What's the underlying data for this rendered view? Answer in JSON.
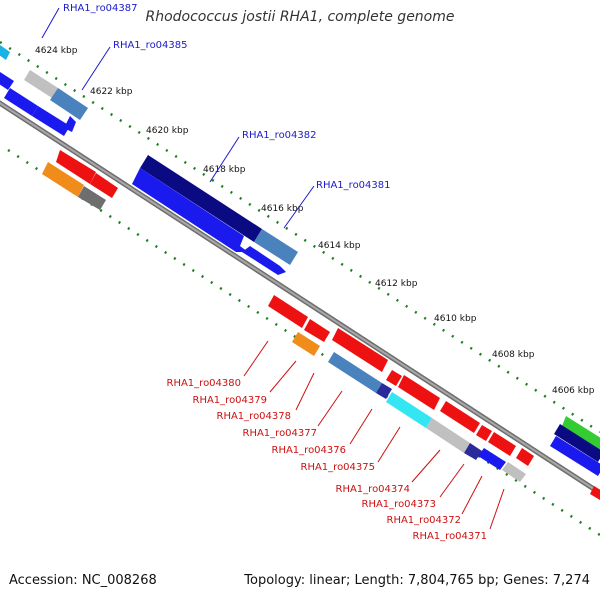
{
  "title": "Rhodococcus jostii RHA1, complete genome",
  "footer": {
    "accession": "Accession: NC_008268",
    "summary": "Topology: linear; Length: 7,804,765 bp; Genes: 7,274"
  },
  "colors": {
    "top_label": "#1a1acc",
    "bottom_label": "#cc1111",
    "tick": "#1f7f1f",
    "backbone": "#808080"
  },
  "scale_labels": [
    "4624 kbp",
    "4622 kbp",
    "4620 kbp",
    "4618 kbp",
    "4616 kbp",
    "4614 kbp",
    "4612 kbp",
    "4610 kbp",
    "4608 kbp",
    "4606 kbp"
  ],
  "top_gene_labels": [
    "RHA1_ro04387",
    "RHA1_ro04385",
    "RHA1_ro04382",
    "RHA1_ro04381"
  ],
  "bottom_gene_labels": [
    "RHA1_ro04380",
    "RHA1_ro04379",
    "RHA1_ro04378",
    "RHA1_ro04377",
    "RHA1_ro04376",
    "RHA1_ro04375",
    "RHA1_ro04374",
    "RHA1_ro04373",
    "RHA1_ro04372",
    "RHA1_ro04371"
  ]
}
